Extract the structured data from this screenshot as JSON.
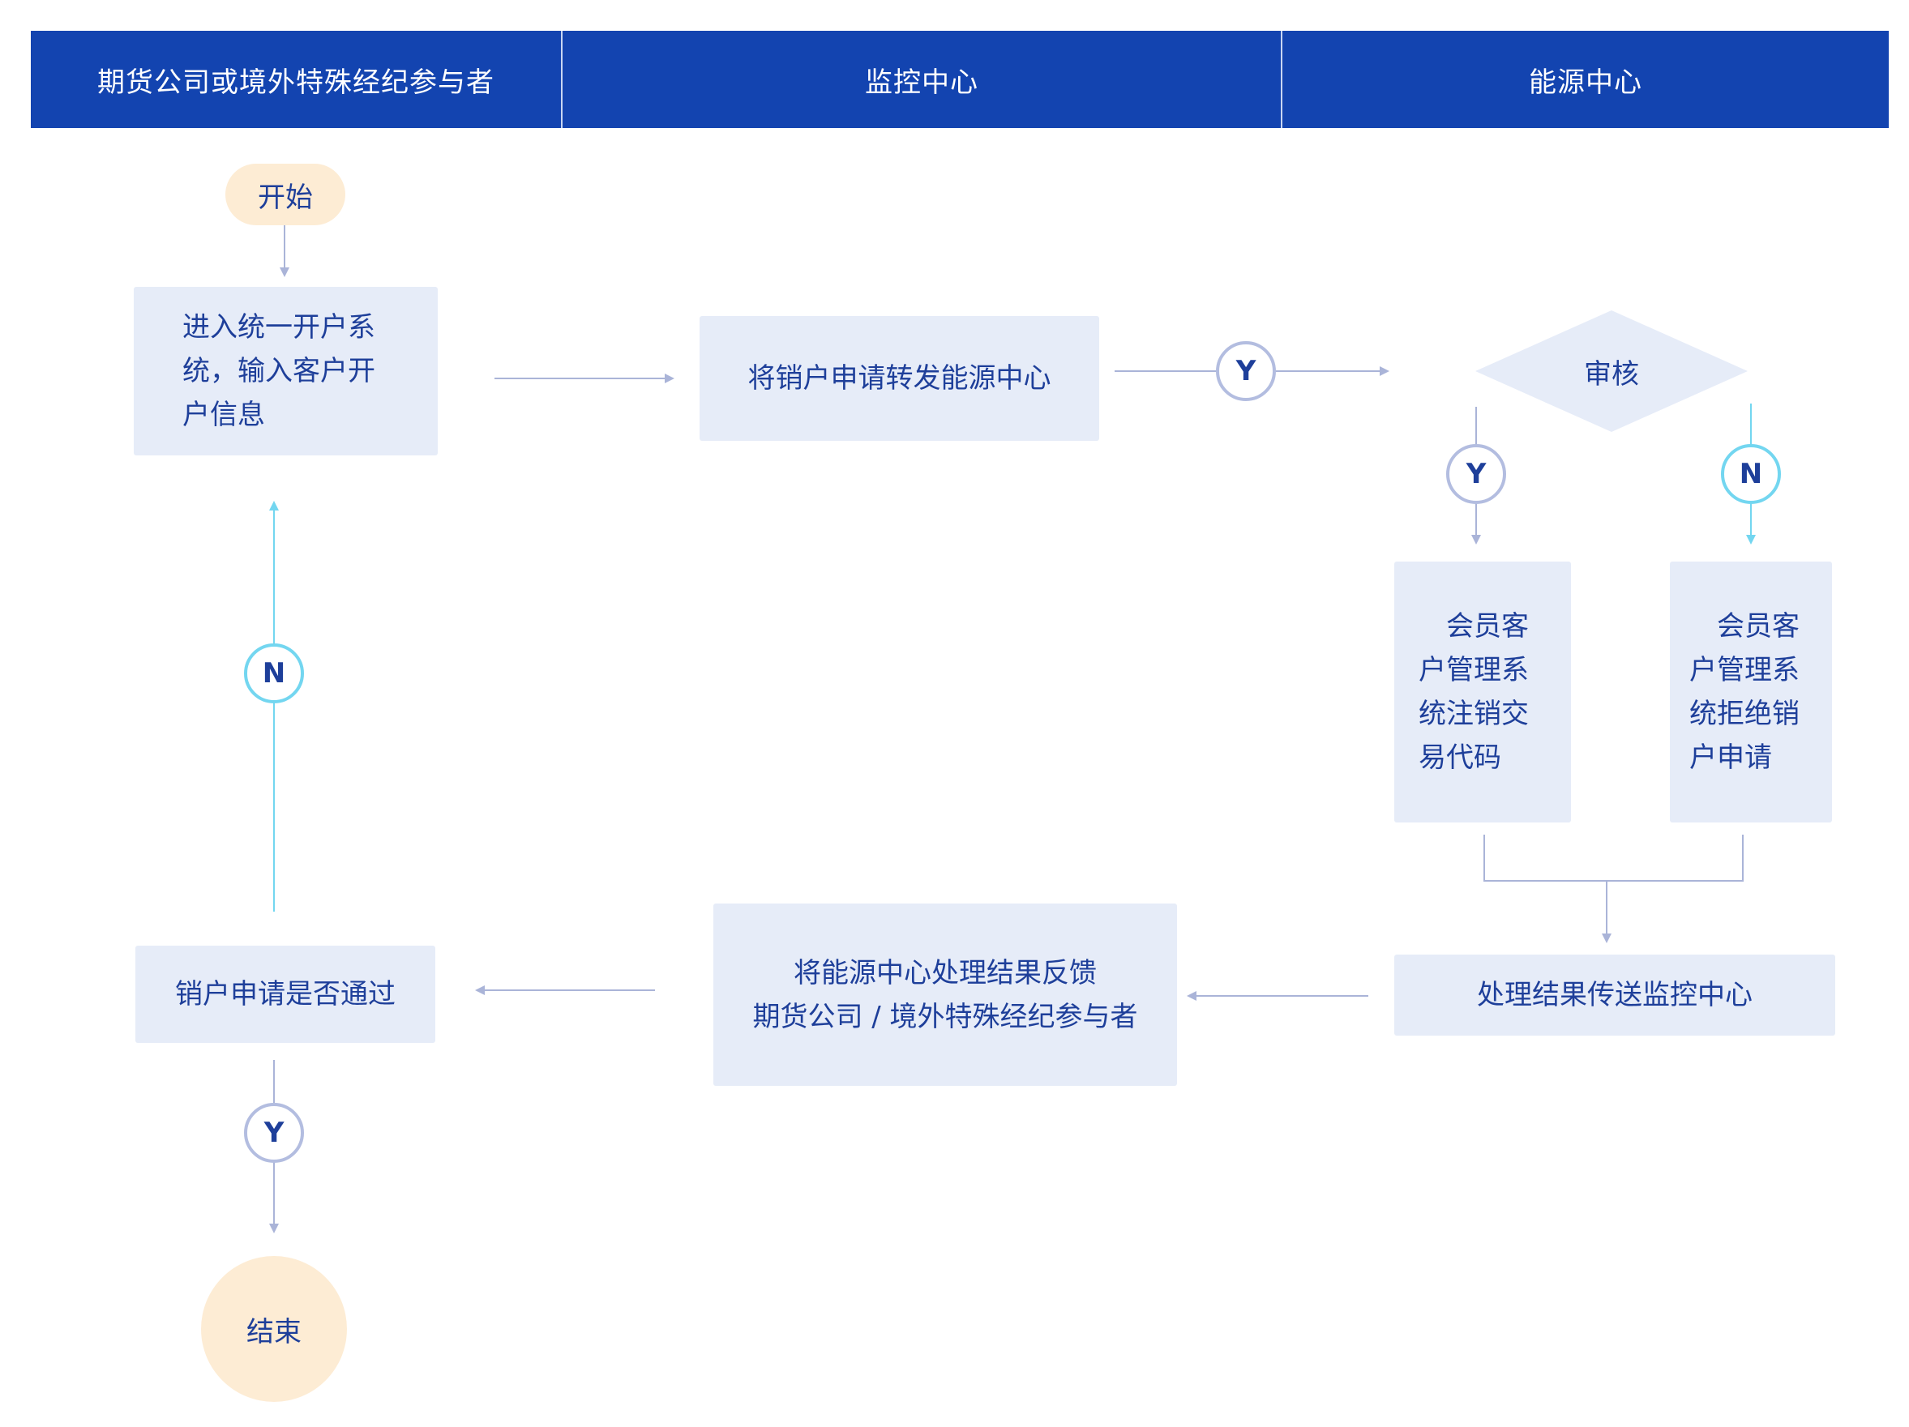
{
  "header": {
    "col1": "期货公司或境外特殊经纪参与者",
    "col2": "监控中心",
    "col3": "能源中心"
  },
  "nodes": {
    "start": "开始",
    "enter_system": "进入统一开户系统，输入客户开户信息",
    "forward": "将销户申请转发能源中心",
    "review": "审核",
    "cancel_code": "会员客户管理系统注销交易代码",
    "reject": "会员客户管理系统拒绝销户申请",
    "send_result": "处理结果传送监控中心",
    "feedback_line1": "将能源中心处理结果反馈",
    "feedback_line2": "期货公司 / 境外特殊经纪参与者",
    "passed": "销户申请是否通过",
    "end": "结束"
  },
  "badges": {
    "yes": "Y",
    "no": "N"
  },
  "colors": {
    "header_bg": "#1344b0",
    "box_bg": "#e6ecf8",
    "terminal_bg": "#fdecd4",
    "text": "#1e3f9a",
    "yes_ring": "#b3bde0",
    "no_ring": "#73d6f0",
    "line_gray": "#aab4d8",
    "line_cyan": "#73d6f0"
  }
}
